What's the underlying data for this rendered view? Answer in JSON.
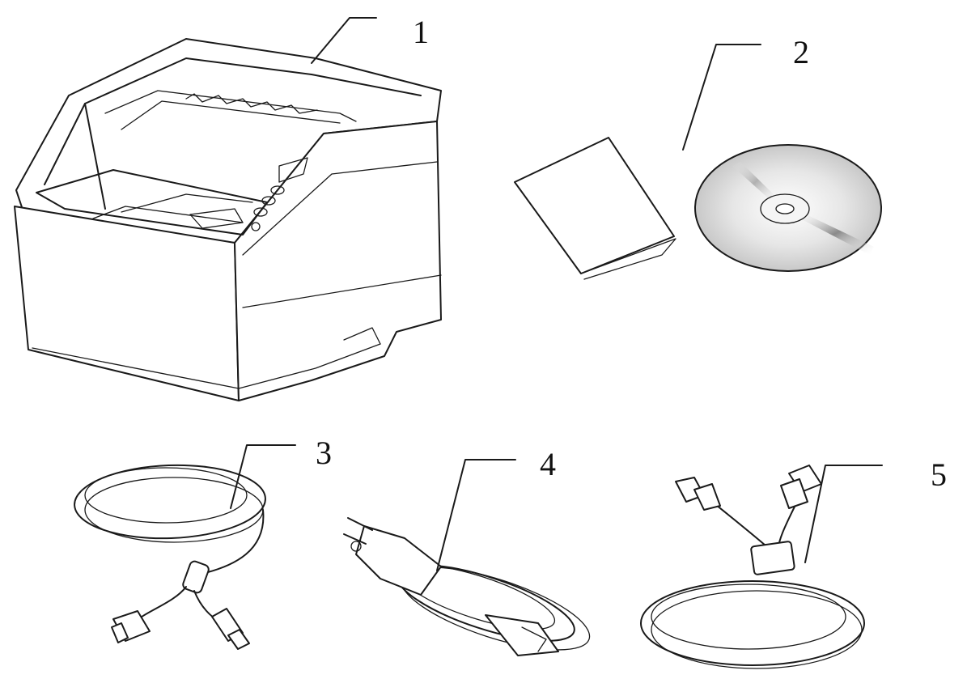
{
  "callouts": [
    {
      "id": "scanner",
      "number": "1"
    },
    {
      "id": "quick-guide",
      "number": "2"
    },
    {
      "id": "usb-cable",
      "number": "3"
    },
    {
      "id": "power-cord",
      "number": "4"
    },
    {
      "id": "network-cable",
      "number": "5"
    }
  ],
  "colors": {
    "line": "#1a1a1a",
    "disc_light": "#e6e6e6",
    "disc_dark": "#8a8a8a",
    "background": "#ffffff"
  },
  "icons": [
    "scanner-illustration",
    "quick-guide-booklet",
    "installation-disc",
    "usb-cable",
    "power-cord",
    "network-cable"
  ]
}
